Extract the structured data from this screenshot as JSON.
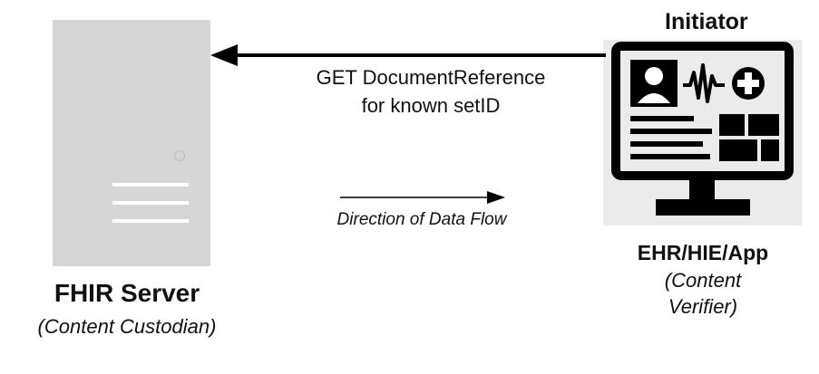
{
  "server": {
    "title": "FHIR Server",
    "subtitle": "(Content Custodian)"
  },
  "initiator": {
    "label": "Initiator",
    "title": "EHR/HIE/App",
    "subtitle_line1": "(Content",
    "subtitle_line2": "Verifier)"
  },
  "request": {
    "line1": "GET DocumentReference",
    "line2": "for known setID"
  },
  "flow": {
    "label": "Direction of Data Flow"
  },
  "icons": {
    "server": "server-icon",
    "ehr": "ehr-monitor-icon",
    "person": "person-icon",
    "heartbeat": "heartbeat-icon",
    "medical_cross": "medical-cross-icon"
  },
  "colors": {
    "server_fill": "#d6d6d6",
    "ehr_background": "#ebebeb",
    "ink": "#000000"
  }
}
